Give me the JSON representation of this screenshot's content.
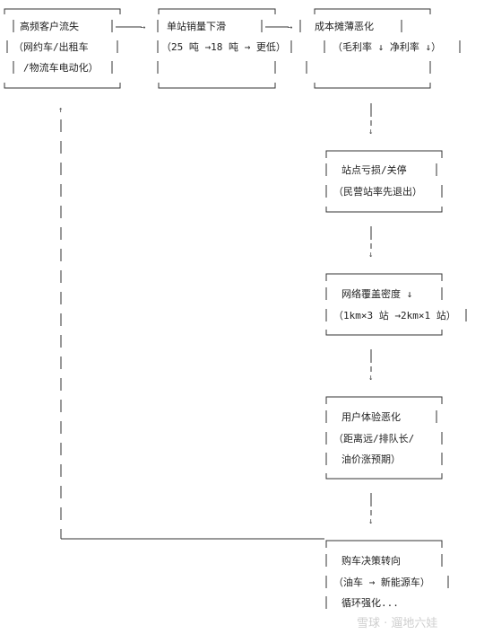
{
  "boxes": {
    "b1": {
      "lines": [
        "高频客户流失",
        "（网约车/出租车",
        "/物流车电动化）"
      ]
    },
    "b2": {
      "lines": [
        "单站销量下滑",
        "（25 吨 →18 吨 → 更低）"
      ]
    },
    "b3": {
      "lines": [
        "成本摊薄恶化",
        "（毛利率 ↓ 净利率 ↓）"
      ]
    },
    "b4": {
      "lines": [
        "站点亏损/关停",
        "（民营站率先退出）"
      ]
    },
    "b5": {
      "lines": [
        "网络覆盖密度 ↓",
        "（1km×3 站 →2km×1 站）"
      ]
    },
    "b6": {
      "lines": [
        "用户体验恶化",
        "（距离远/排队长/",
        "油价涨预期）"
      ]
    },
    "b7": {
      "lines": [
        "购车决策转向",
        "（油车 → 新能源车）",
        "循环强化..."
      ]
    }
  },
  "arrows": {
    "right": "→",
    "down": "↓",
    "up": "↑"
  },
  "watermark": {
    "text": "雪球 · 遛地六娃"
  },
  "colors": {
    "line": "#333333",
    "text": "#222222",
    "watermark": "#cfcfcf"
  }
}
